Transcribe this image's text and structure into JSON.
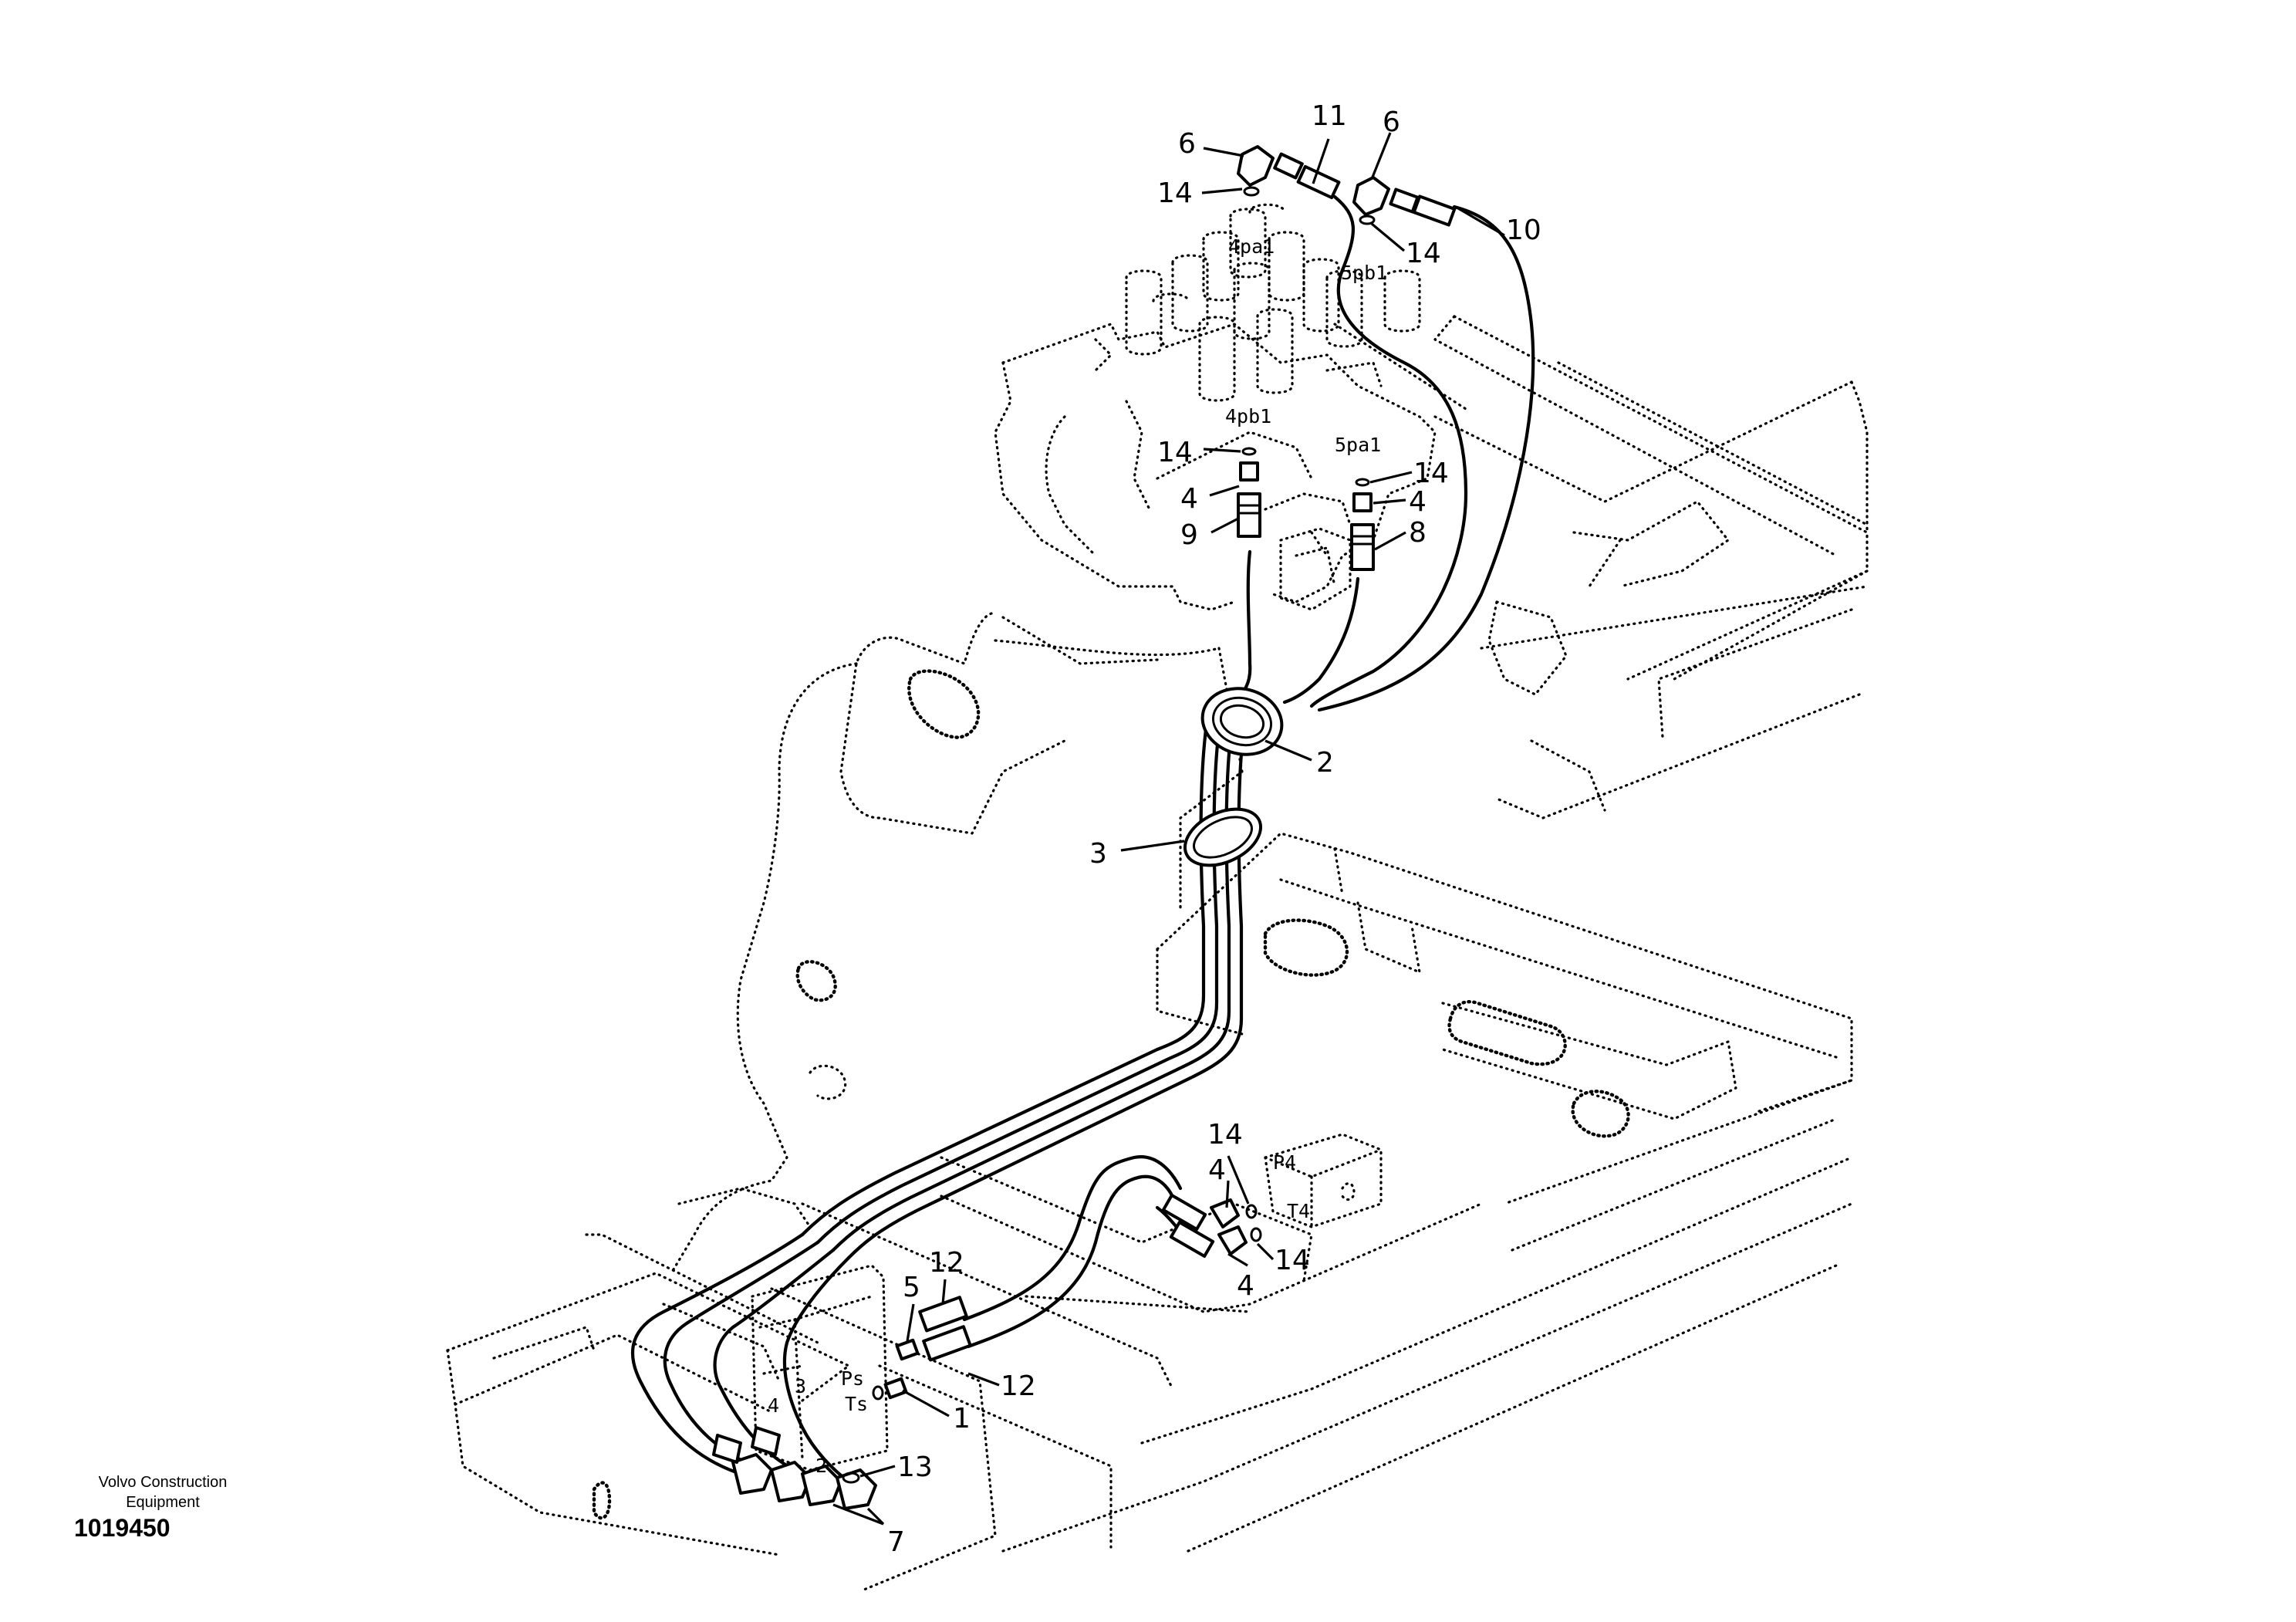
{
  "diagram": {
    "company": "Volvo Construction Equipment",
    "drawing_number": "1019450",
    "callouts": [
      {
        "id": "c6a",
        "label": "6"
      },
      {
        "id": "c11",
        "label": "11"
      },
      {
        "id": "c6b",
        "label": "6"
      },
      {
        "id": "c10",
        "label": "10"
      },
      {
        "id": "c14a",
        "label": "14"
      },
      {
        "id": "c14b",
        "label": "14"
      },
      {
        "id": "c14c",
        "label": "14"
      },
      {
        "id": "c14d",
        "label": "14"
      },
      {
        "id": "c4a",
        "label": "4"
      },
      {
        "id": "c4b",
        "label": "4"
      },
      {
        "id": "c9",
        "label": "9"
      },
      {
        "id": "c8",
        "label": "8"
      },
      {
        "id": "c2",
        "label": "2"
      },
      {
        "id": "c3",
        "label": "3"
      },
      {
        "id": "c14e",
        "label": "14"
      },
      {
        "id": "c4c",
        "label": "4"
      },
      {
        "id": "c14f",
        "label": "14"
      },
      {
        "id": "c4d",
        "label": "4"
      },
      {
        "id": "c12a",
        "label": "12"
      },
      {
        "id": "c5",
        "label": "5"
      },
      {
        "id": "c12b",
        "label": "12"
      },
      {
        "id": "c1",
        "label": "1"
      },
      {
        "id": "c13",
        "label": "13"
      },
      {
        "id": "c7",
        "label": "7"
      }
    ],
    "port_marks": {
      "p4pa1": "4pa1",
      "p5pb1": "5pb1",
      "p4pb1": "4pb1",
      "p5pa1": "5pa1",
      "pP4": "P4",
      "pT4": "T4",
      "pPs": "Ps",
      "pTs": "Ts",
      "p3": "3",
      "p4": "4",
      "p2": "2"
    }
  }
}
